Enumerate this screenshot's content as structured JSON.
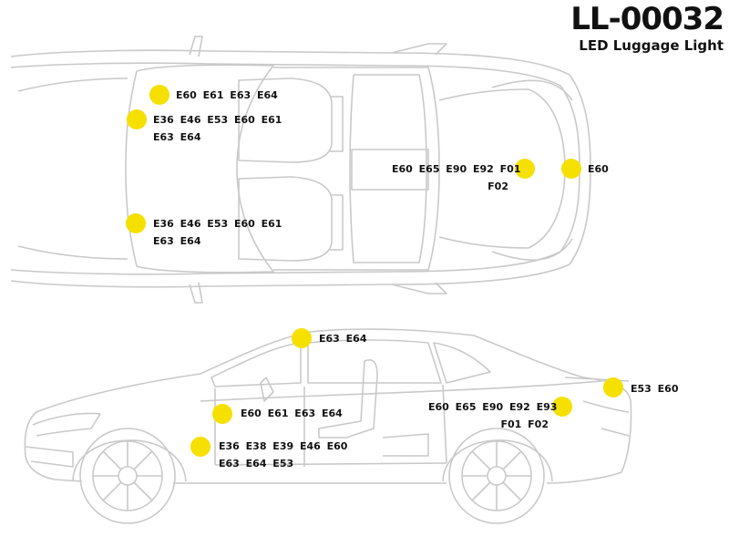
{
  "header": {
    "code": "LL-00032",
    "subtitle": "LED Luggage Light"
  },
  "dot_color": "#f5e000",
  "top_view": {
    "front_door_left": [
      "E60 E61 E63 E64"
    ],
    "rear_door_left": [
      "E36 E46 E53 E60 E61",
      "E63 E64"
    ],
    "rear_door_right": [
      "E36 E46 E53 E60 E61",
      "E63 E64"
    ],
    "trunk": [
      "E60 E65 E90 E92 F01",
      "F02"
    ],
    "tail": [
      "E60"
    ]
  },
  "side_view": {
    "roof": [
      "E63 E64"
    ],
    "front_door_upper": [
      "E60 E61 E63 E64"
    ],
    "front_door_lower": [
      "E36 E38 E39 E46 E60",
      "E63 E64 E53"
    ],
    "trunk_inner": [
      "E60 E65 E90 E92 E93",
      "F01 F02"
    ],
    "trunk_lid": [
      "E53 E60"
    ]
  }
}
